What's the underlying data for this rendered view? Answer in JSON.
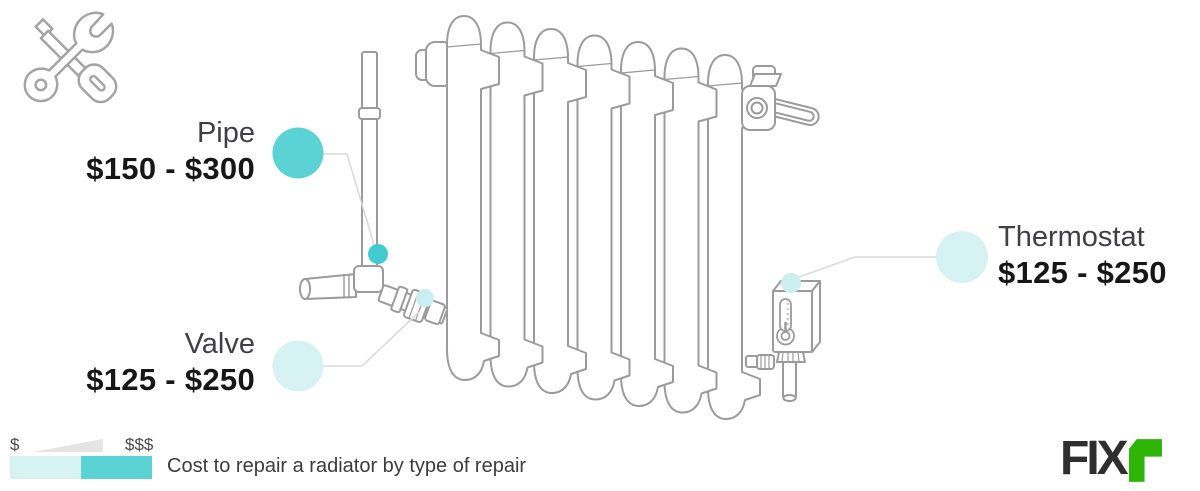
{
  "repairs": [
    {
      "name": "Pipe",
      "price_range": "$150 - $300",
      "min_usd": 150,
      "max_usd": 300,
      "marker": "solid-teal"
    },
    {
      "name": "Valve",
      "price_range": "$125 - $250",
      "min_usd": 125,
      "max_usd": 250,
      "marker": "light-teal"
    },
    {
      "name": "Thermostat",
      "price_range": "$125 - $250",
      "min_usd": 125,
      "max_usd": 250,
      "marker": "light-teal"
    }
  ],
  "legend": {
    "min_label": "$",
    "max_label": "$$$"
  },
  "caption": "Cost to repair a radiator by type of repair",
  "brand": {
    "text": "FIX",
    "mark": "r"
  },
  "icons": {
    "top_left": "wrench-and-screwdriver-icon",
    "brand_mark": "fixr-green-r-mark",
    "illustration": "radiator-line-art"
  },
  "colors": {
    "teal": "#5BD2D4",
    "teal_dot": "#41CBD1",
    "light_teal": "#D6F2F3",
    "light_teal_dot": "#CBEEF0",
    "line_art": "#9B9B9B",
    "connector": "#DADADA",
    "wedge": "#E4E4E4",
    "label_text": "#3F3F46",
    "price_text": "#171717",
    "caption_text": "#3C3C3C",
    "brand_dark": "#2F2F2F",
    "brand_green": "#2FB508"
  }
}
